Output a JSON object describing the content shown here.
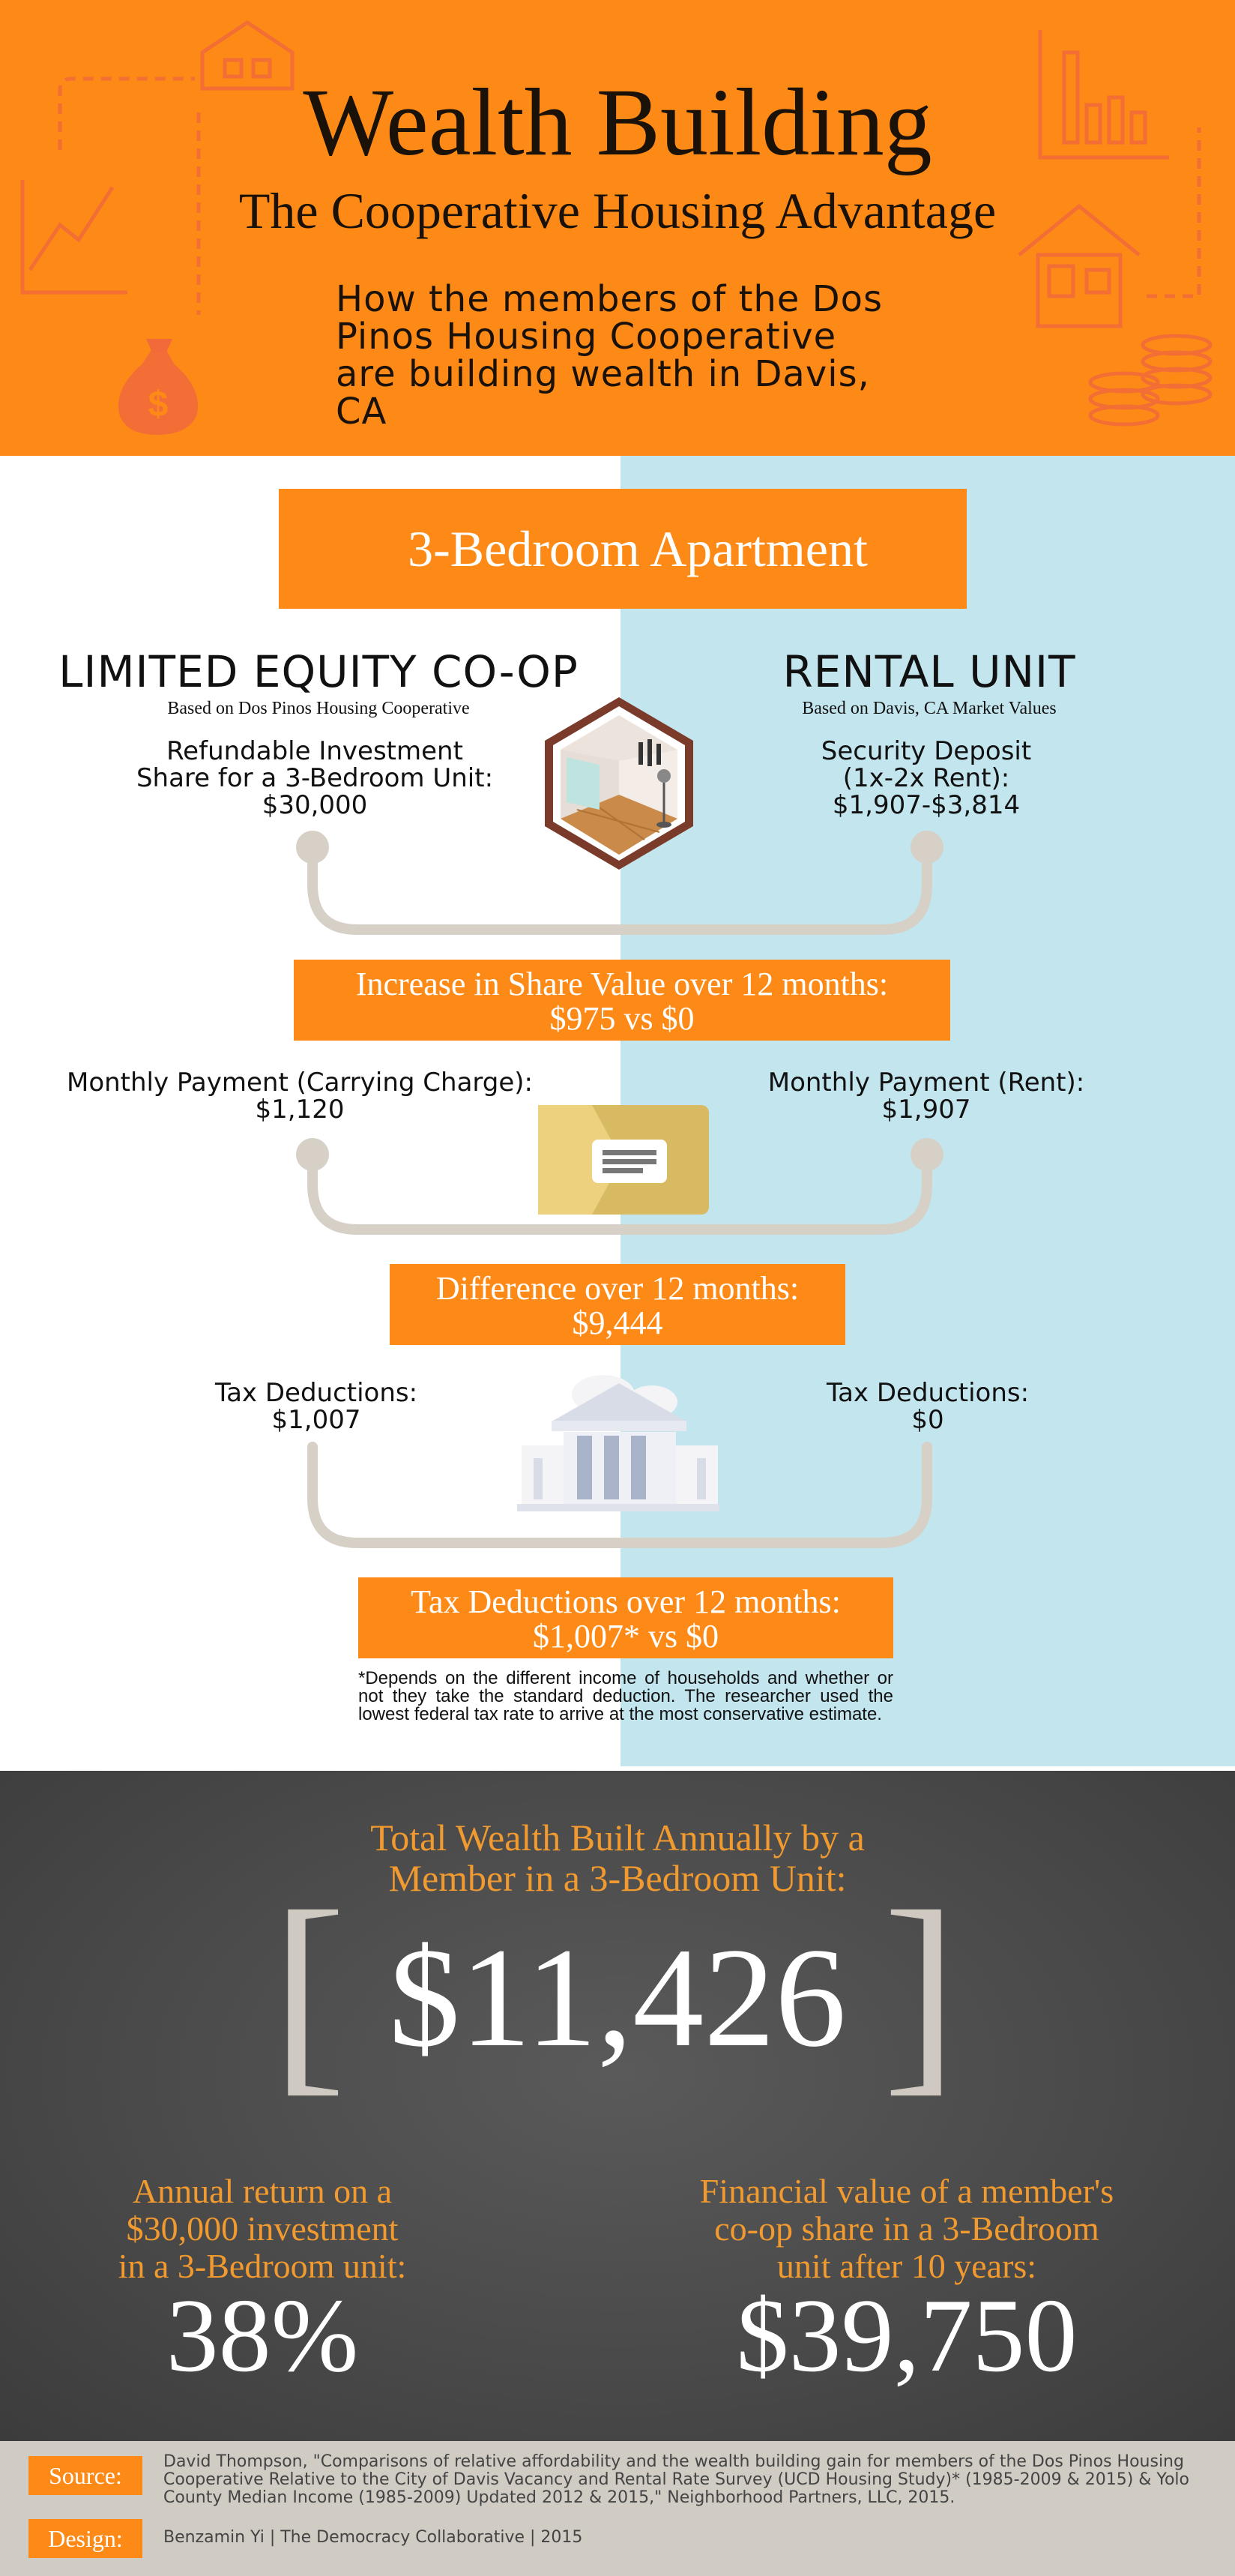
{
  "header": {
    "title": "Wealth Building",
    "subtitle": "The Cooperative Housing Advantage",
    "intro": "How the members of the Dos Pinos Housing Cooperative are building wealth in Davis, CA"
  },
  "comparison": {
    "unit_label": "3-Bedroom Apartment",
    "left": {
      "heading": "LIMITED EQUITY CO-OP",
      "subheading": "Based on Dos Pinos Housing Cooperative",
      "investment_line1": "Refundable Investment",
      "investment_line2": "Share for a 3-Bedroom Unit:",
      "investment_value": "$30,000",
      "payment_label": "Monthly Payment (Carrying Charge):",
      "payment_value": "$1,120",
      "tax_label": "Tax Deductions:",
      "tax_value": "$1,007"
    },
    "right": {
      "heading": "RENTAL UNIT",
      "subheading": "Based on Davis, CA Market Values",
      "deposit_line1": "Security Deposit",
      "deposit_line2": "(1x-2x Rent):",
      "deposit_value": "$1,907-$3,814",
      "payment_label": "Monthly Payment (Rent):",
      "payment_value": "$1,907",
      "tax_label": "Tax Deductions:",
      "tax_value": "$0"
    },
    "share_box": {
      "line1": "Increase in Share Value over 12 months:",
      "line2": "$975 vs $0"
    },
    "difference_box": {
      "line1": "Difference over 12 months:",
      "line2": "$9,444"
    },
    "tax_box": {
      "line1": "Tax Deductions over 12 months:",
      "line2": "$1,007* vs $0"
    },
    "footnote": "*Depends on the different income of households and whether or not they take the standard deduction. The researcher used the lowest federal tax rate to arrive at the most conservative estimate."
  },
  "summary": {
    "total_label_line1": "Total Wealth Built Annually by a",
    "total_label_line2": "Member in a 3-Bedroom Unit:",
    "total_value": "$11,426",
    "bracket_open": "[",
    "bracket_close": "]",
    "return_label_line1": "Annual return on a",
    "return_label_line2": "$30,000 investment",
    "return_label_line3": "in a 3-Bedroom unit:",
    "return_value": "38%",
    "financial_label_line1": "Financial value of a member's",
    "financial_label_line2": "co-op share in a 3-Bedroom",
    "financial_label_line3": "unit after 10 years:",
    "financial_value": "$39,750"
  },
  "footer": {
    "source_tag": "Source:",
    "source_text": "David Thompson, \"Comparisons of relative affordability and the wealth building gain for members of the Dos Pinos Housing Cooperative Relative to the City of Davis Vacancy and Rental Rate Survey (UCD Housing Study)* (1985-2009 & 2015) & Yolo County Median Income (1985-2009) Updated 2012 & 2015,\" Neighborhood Partners, LLC, 2015.",
    "design_tag": "Design:",
    "design_text": "Benzamin Yi | The Democracy Collaborative | 2015"
  },
  "colors": {
    "orange": "#fd8a16",
    "light_blue": "#c3e5ee",
    "gold_text": "#f19a2f",
    "dark_bg": "#4a4a4a",
    "connector": "#d6d0c7"
  },
  "icons": [
    "house-outline-icon",
    "dollar-bag-icon",
    "line-chart-icon",
    "bar-chart-icon",
    "coin-stack-icon",
    "room-hexagon-icon",
    "payment-card-icon",
    "bank-building-icon"
  ]
}
